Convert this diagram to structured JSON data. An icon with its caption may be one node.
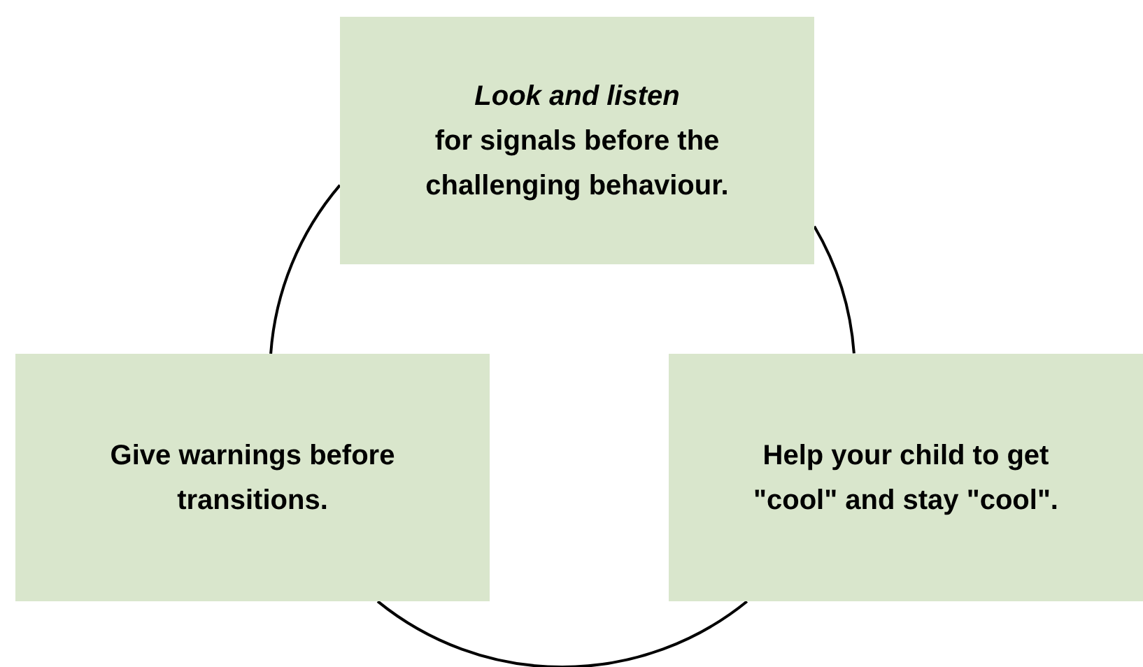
{
  "diagram": {
    "nodes": [
      {
        "text": [
          "Look and listen",
          "for signals before the challenging behaviour."
        ]
      },
      {
        "text": [
          "Give warnings before transitions."
        ]
      },
      {
        "text": [
          "Help your child to get \"cool\" and stay \"cool\"."
        ]
      }
    ],
    "edges": [
      {
        "from": 0,
        "to": 2,
        "arrow": "none"
      },
      {
        "from": 2,
        "to": 1,
        "arrow": "none"
      },
      {
        "from": 1,
        "to": 0,
        "arrow": "none"
      }
    ]
  }
}
